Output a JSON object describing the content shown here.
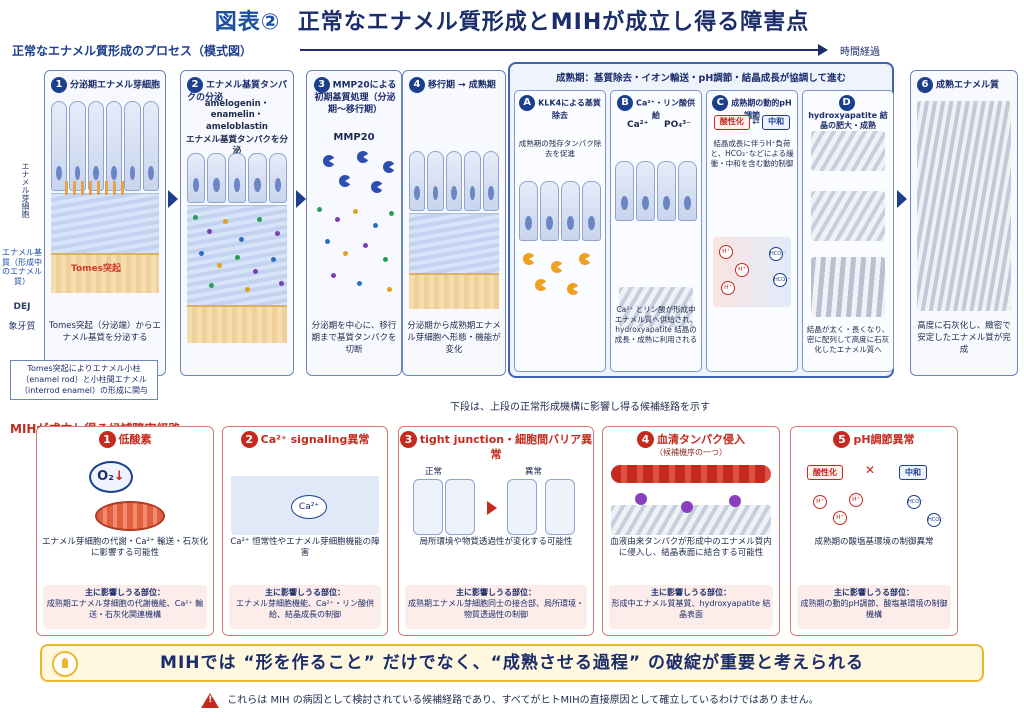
{
  "header": {
    "title_num": "図表②",
    "title": "正常なエナメル質形成とMIHが成立し得る障害点",
    "process_label": "正常なエナメル質形成のプロセス（模式図）",
    "time_label": "時間経過"
  },
  "side_labels": {
    "cells": "エナメル芽細胞",
    "matrix": "エナメル基質（形成中のエナメル質）",
    "dej": "DEJ",
    "dentin": "象牙質"
  },
  "stages": [
    {
      "num": "1",
      "title": "分泌期エナメル芽細胞",
      "tomes": "Tomes突起",
      "caption": "Tomes突起（分泌端）からエナメル基質を分泌する"
    },
    {
      "num": "2",
      "title": "エナメル基質タンパクの分泌",
      "sub": "amelogenin・enamelin・ameloblastin",
      "sub2": "エナメル基質タンパクを分泌",
      "caption": ""
    },
    {
      "num": "3",
      "title": "MMP20による初期基質処理（分泌期～移行期）",
      "sub": "MMP20",
      "caption": "分泌期を中心に、移行期まで基質タンパクを切断"
    },
    {
      "num": "4",
      "title": "移行期 → 成熟期",
      "caption": "分泌期から成熟期エナメル芽細胞へ形態・機能が変化"
    },
    {
      "num": "6",
      "title": "成熟エナメル質",
      "caption": "高度に石灰化し、緻密で安定したエナメル質が完成"
    }
  ],
  "maturation": {
    "title": "成熟期：基質除去・イオン輸送・pH調節・結晶成長が協調して進む",
    "subs": [
      {
        "letter": "A",
        "title": "KLK4による基質除去",
        "text": "成熟期の残存タンパク除去を促進",
        "caption": ""
      },
      {
        "letter": "B",
        "title": "Ca²⁺・リン酸供給",
        "ion1": "Ca²⁺",
        "ion2": "PO₄³⁻",
        "caption": "Ca²⁺ とリン酸が形成中エナメル質へ供給され、hydroxyapatite 結晶の成長・成熟に利用される"
      },
      {
        "letter": "C",
        "title": "成熟期の動的pH調節",
        "tag_acid": "酸性化",
        "tag_neutral": "中和",
        "text": "結晶成長に伴うH⁺負荷と、HCO₃⁻などによる緩衝・中和を含む動的制御",
        "ion_h": "H⁺",
        "ion_c": "HCO₃⁻"
      },
      {
        "letter": "D",
        "title": "hydroxyapatite 結晶の肥大・成熟",
        "caption": "結晶が太く・長くなり、密に配列して高度に石灰化したエナメル質へ"
      }
    ]
  },
  "rod_note": "Tomes突起によりエナメル小柱（enamel rod）と小柱間エナメル（interrod enamel）の形成に関与",
  "note_line": "下段は、上段の正常形成機構に影響し得る候補経路を示す",
  "mih_title": "MIHが成立し得る候補障害経路",
  "cards": [
    {
      "num": "1",
      "title": "低酸素",
      "label": "O₂",
      "body": "エナメル芽細胞の代謝・Ca²⁺ 輸送・石灰化に影響する可能性",
      "site_head": "主に影響しうる部位：",
      "site": "成熟期エナメル芽細胞の代謝機能、Ca²⁺ 輸送・石灰化関連機構"
    },
    {
      "num": "2",
      "title": "Ca²⁺ signaling異常",
      "label": "Ca²⁺",
      "body": "Ca²⁺ 恒常性やエナメル芽細胞機能の障害",
      "site_head": "主に影響しうる部位：",
      "site": "エナメル芽細胞機能、Ca²⁺・リン酸供給、結晶成長の制御"
    },
    {
      "num": "3",
      "title": "tight junction・細胞間バリア異常",
      "normal": "正常",
      "abnormal": "異常",
      "body": "局所環境や物質透過性が変化する可能性",
      "site_head": "主に影響しうる部位：",
      "site": "成熟期エナメル芽細胞同士の接合部、局所環境・物質透過性の制御"
    },
    {
      "num": "4",
      "title": "血清タンパク侵入",
      "subtitle": "（候補機序の一つ）",
      "body": "血液由来タンパクが形成中のエナメル質内に侵入し、結晶表面に結合する可能性",
      "site_head": "主に影響しうる部位：",
      "site": "形成中エナメル質基質、hydroxyapatite 結晶表面"
    },
    {
      "num": "5",
      "title": "pH調節異常",
      "tag_acid": "酸性化",
      "tag_neutral": "中和",
      "ion_h": "H⁺",
      "ion_c": "HCO₃⁻",
      "body": "成熟期の酸塩基環境の制御異常",
      "site_head": "主に影響しうる部位：",
      "site": "成熟期の動的pH調節、酸塩基環境の制御機構"
    }
  ],
  "banner": "MIHでは “形を作ること” だけでなく、“成熟させる過程” の破綻が重要と考えられる",
  "warning": "これらは MIH の病因として検討されている候補経路であり、すべてがヒトMIHの直接原因として確立しているわけではありません。",
  "colors": {
    "navy": "#1b2d6b",
    "accent": "#1b3f8f",
    "red": "#c42a1e",
    "gold": "#e8b930"
  }
}
